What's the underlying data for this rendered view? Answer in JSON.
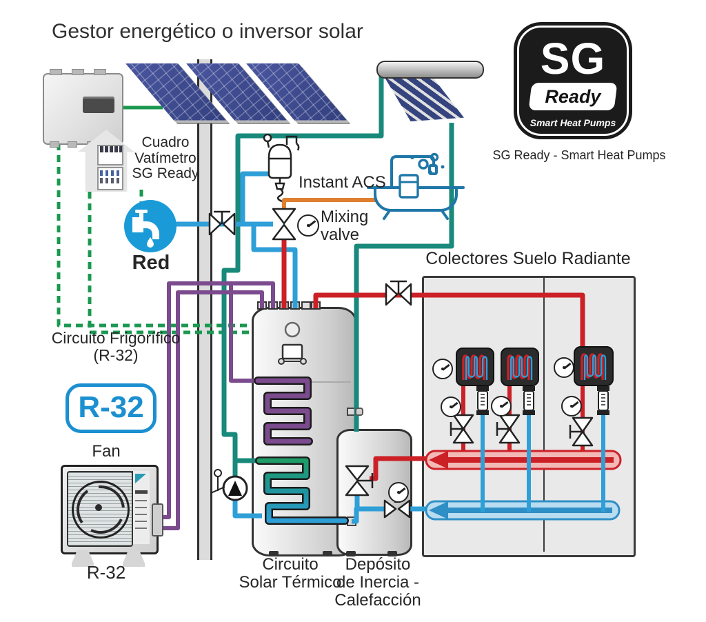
{
  "title": "Gestor energético o inversor solar",
  "sg_badge": {
    "line1": "SG",
    "line2": "Ready",
    "line3": "Smart Heat Pumps",
    "caption": "SG Ready - Smart Heat Pumps"
  },
  "labels": {
    "meter_panel": [
      "Cuadro",
      "Vatímetro",
      "SG Ready"
    ],
    "mains_water": "Red",
    "instant_acs": "Instant ACS",
    "mixing_valve": [
      "Mixing",
      "valve"
    ],
    "refrigerant_circuit": [
      "Circuito Frigorífico",
      "(R-32)"
    ],
    "refrigerant_badge": "R-32",
    "fan": "Fan",
    "fan_refrigerant": "R-32",
    "solar_tank": [
      "Circuito",
      "Solar Térmico"
    ],
    "buffer_tank": [
      "Depósito",
      "de Inercia -",
      "Calefacción"
    ],
    "manifold_panel": "Colectores Suelo Radiante"
  },
  "palette": {
    "c-green": "#1a9850",
    "c-teal": "#18897b",
    "c-blue": "#2f9fd8",
    "c-red": "#cc2027",
    "c-orange": "#df7f2f",
    "c-purple": "#7b4b8e",
    "c-tap": "#1a9bd7",
    "c-badge": "#1b8fd0",
    "c-navy": "#323f7e",
    "c-tub": "#1f77a8",
    "c-red-fill": "#f3b9b6",
    "c-blue-fill": "#b9dcf0",
    "c-blue-dark": "#2e8fc6"
  }
}
